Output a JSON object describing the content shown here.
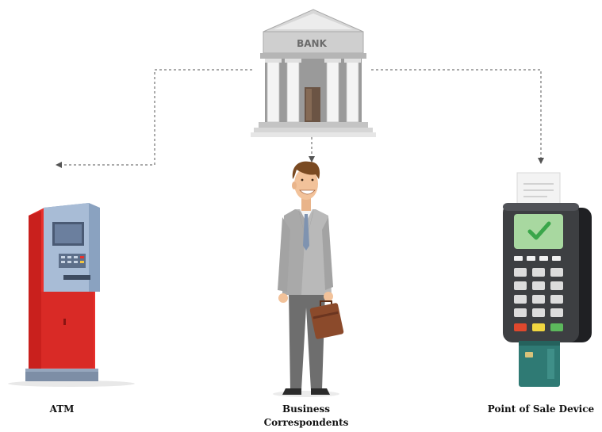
{
  "bank": {
    "sign": "BANK"
  },
  "nodes": {
    "atm": {
      "label": "ATM"
    },
    "business_correspondents": {
      "label": "Business\nCorrespondents"
    },
    "pos": {
      "label": "Point of Sale Device"
    }
  },
  "icons": [
    "bank-building-icon",
    "atm-machine-icon",
    "businessman-icon",
    "pos-terminal-icon",
    "check-mark-icon",
    "credit-card-icon",
    "briefcase-icon"
  ],
  "colors": {
    "connector": "#555555",
    "atm_body": "#e8302c",
    "atm_panel": "#8aa2c0",
    "bank_gray": "#c9c9c9",
    "suit": "#b9b9b9",
    "pos_body": "#3d3f42",
    "pos_screen": "#a8d8a0",
    "check": "#3aa64a",
    "card": "#2f7a74",
    "briefcase": "#8b4a2b"
  }
}
